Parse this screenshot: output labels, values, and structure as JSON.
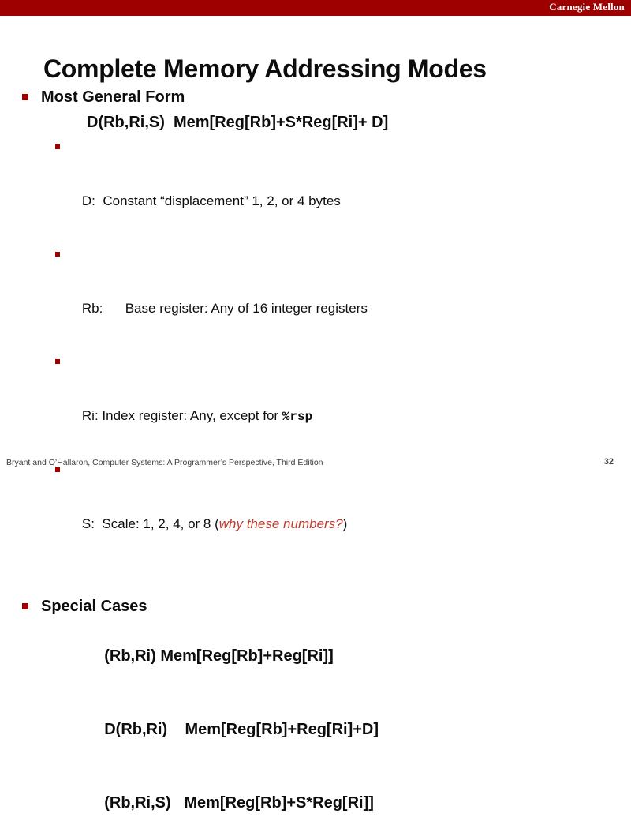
{
  "header": {
    "brand": "Carnegie Mellon",
    "band_color": "#9e0000"
  },
  "slide": {
    "title": "Complete Memory Addressing Modes",
    "bullet_color": "#9e0000",
    "accent_red": "#c0392b"
  },
  "sections": [
    {
      "heading": "Most General Form",
      "formula": "D(Rb,Ri,S)  Mem[Reg[Rb]+S*Reg[Ri]+ D]",
      "items": [
        {
          "label": "D:",
          "spacer": "  ",
          "text": "Constant “displacement” 1, 2, or 4 bytes"
        },
        {
          "label": "Rb:",
          "spacer": "      ",
          "text": "Base register: Any of 16 integer registers"
        },
        {
          "label": "Ri:",
          "spacer": " ",
          "text": "Index register: Any, except for ",
          "mono": "%rsp"
        },
        {
          "label": "S:",
          "spacer": "  ",
          "text": "Scale: 1, 2, 4, or 8 (",
          "red_italic": "why these numbers?",
          "tail": ")"
        }
      ]
    },
    {
      "heading": "Special Cases",
      "cases": [
        {
          "mode": "(Rb,Ri)",
          "spacer": " ",
          "meaning": "Mem[Reg[Rb]+Reg[Ri]]"
        },
        {
          "mode": "D(Rb,Ri)",
          "spacer": "    ",
          "meaning": "Mem[Reg[Rb]+Reg[Ri]+D]"
        },
        {
          "mode": "(Rb,Ri,S)",
          "spacer": "   ",
          "meaning": "Mem[Reg[Rb]+S*Reg[Ri]]"
        }
      ]
    }
  ],
  "footer": {
    "citation": "Bryant and O’Hallaron, Computer Systems: A Programmer’s Perspective, Third Edition",
    "page": "32"
  }
}
